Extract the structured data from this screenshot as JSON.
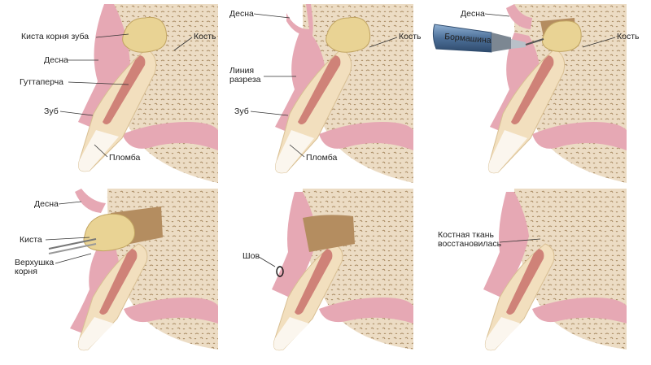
{
  "panels": [
    {
      "labels": {
        "cyst": "Киста корня зуба",
        "bone": "Кость",
        "gum": "Десна",
        "gutta": "Гуттаперча",
        "tooth": "Зуб",
        "filling": "Пломба"
      }
    },
    {
      "labels": {
        "gum": "Десна",
        "bone": "Кость",
        "incision_1": "Линия",
        "incision_2": "разреза",
        "tooth": "Зуб",
        "filling": "Пломба"
      }
    },
    {
      "labels": {
        "gum": "Десна",
        "drill": "Бормашина",
        "bone": "Кость"
      }
    },
    {
      "labels": {
        "gum": "Десна",
        "cyst": "Киста",
        "apex_1": "Верхушка",
        "apex_2": "корня"
      }
    },
    {
      "labels": {
        "suture": "Шов"
      }
    },
    {
      "labels": {
        "restored_1": "Костная ткань",
        "restored_2": "восстановилась"
      }
    }
  ],
  "colors": {
    "bone": "#ecdcc4",
    "bone_pore": "#a88a62",
    "gum": "#e6a8b4",
    "gum_dark": "#d7899a",
    "tooth": "#f2dfbe",
    "enamel": "#fbf6ee",
    "gutta": "#cf8278",
    "cyst": "#e9d394",
    "cavity": "#b48d60",
    "drill_body": "#5a7fa8"
  }
}
